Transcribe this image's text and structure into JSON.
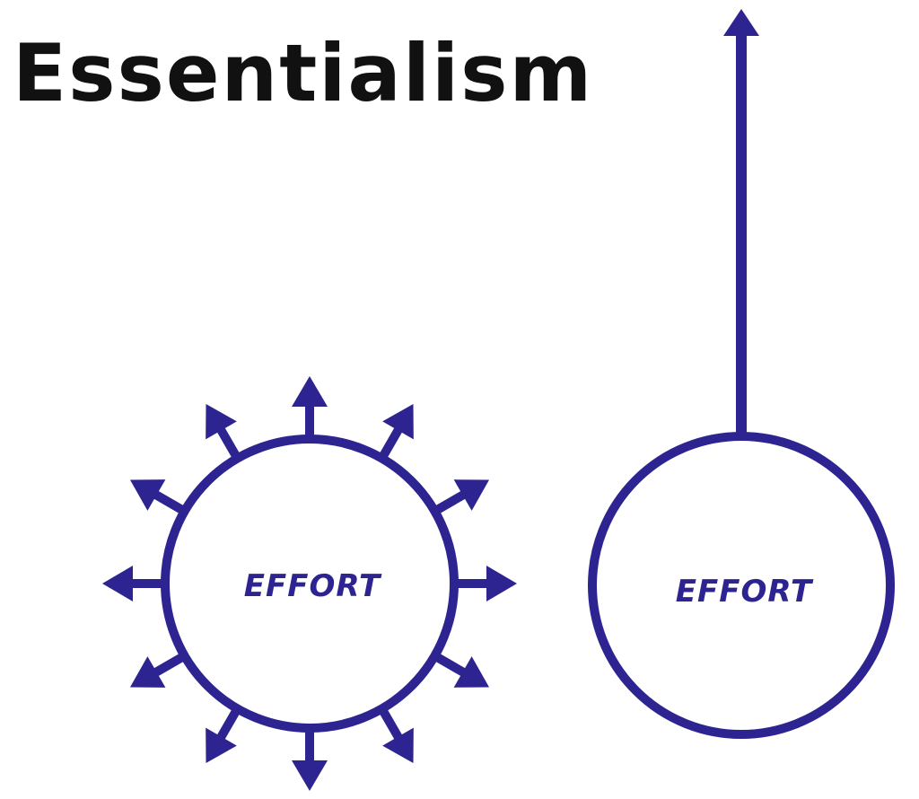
{
  "title": "Essentialism",
  "colors": {
    "title": "#111111",
    "diagram": "#2e2491",
    "background": "#ffffff"
  },
  "left_figure": {
    "label": "EFFORT",
    "arrow_count": 12,
    "arrow_directions": "all directions, evenly spaced"
  },
  "right_figure": {
    "label": "EFFORT",
    "arrow_count": 1,
    "arrow_directions": "up"
  }
}
